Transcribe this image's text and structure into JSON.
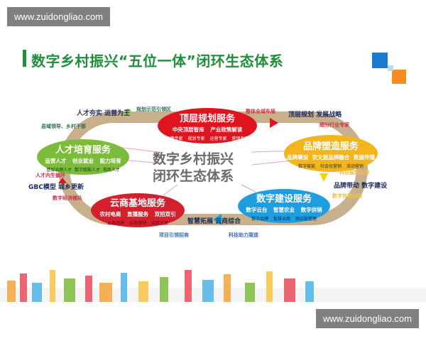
{
  "watermark": "www.zuidongliao.com",
  "title": "数字乡村振兴“五位一体”闭环生态体系",
  "center": {
    "line1": "数字乡村振兴",
    "line2": "闭环生态体系"
  },
  "colors": {
    "track": "#c9b08c",
    "top": "#e0141e",
    "brand": "#f3b51b",
    "digital": "#1e9ee0",
    "cloud": "#d31f2e",
    "talent": "#7cbb3c",
    "title": "#1f8f3a"
  },
  "nodes": {
    "top": {
      "title": "顶层规划服务",
      "row1": "中央顶层智库 产业政策解读",
      "row2": "品牌专家 规划专家 运营专家 营销专家"
    },
    "brand": {
      "title": "品牌塑造服务",
      "row1": "品牌建设 农文旅品牌融合 数据传播",
      "row2": "数字赋能 社会化营销 活动营销"
    },
    "digital": {
      "title": "数字建设服务",
      "row1": "数字云台 智慧农业 数字供销",
      "row2": "数字品牌 智慧云商 供应链管理"
    },
    "cloud": {
      "title": "云商基地服务",
      "row1": "农村电商 直播服务 双招双引",
      "row2": "云商品牌 云商营销 招商引资"
    },
    "talent": {
      "title": "人才培育服务",
      "row1": "运营人才 创业就业 能力培育",
      "row2": "基层治理人才 数字赋能人才 电商人才"
    }
  },
  "labels": {
    "l1": "人才夯实 运营为王",
    "l2": "规划示范引领区",
    "l3": "县域领导、乡村干部",
    "l4": "整体全域布局",
    "l5": "顶层规划 发展战略",
    "l6": "细分行业专家",
    "l7": "科技赋能品牌",
    "l8": "品牌带动 数字建设",
    "l9": "数字传播品牌",
    "l10": "智慧拓展 云商综合",
    "l11": "科技助力渠道",
    "l12": "项目引领招商",
    "l13": "人才内生循环",
    "l14": "GBC模型 城乡更新",
    "l15": "数字经济梯队"
  }
}
